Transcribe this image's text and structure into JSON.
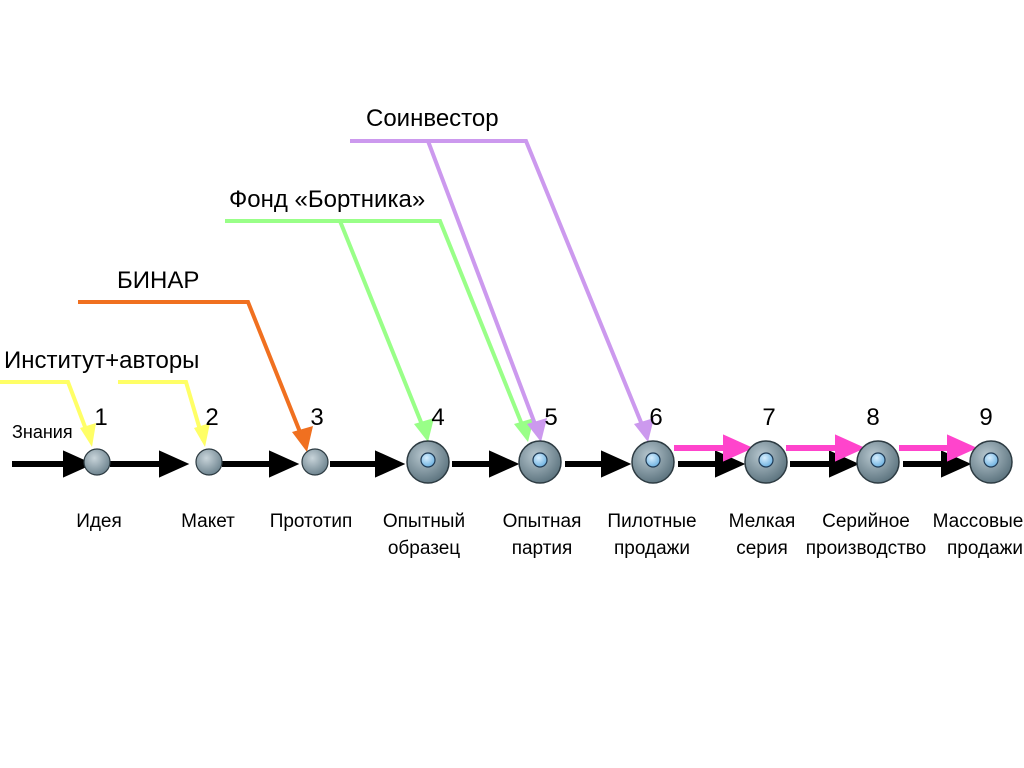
{
  "input_label": "Знания",
  "investors": [
    {
      "name": "Институт+авторы",
      "color": "#ffff66"
    },
    {
      "name": "БИНАР",
      "color": "#f07020"
    },
    {
      "name": "Фонд «Бортника»",
      "color": "#99ff88"
    },
    {
      "name": "Соинвестор",
      "color": "#cc99ee"
    }
  ],
  "stages": [
    {
      "number": "1",
      "line1": "Идея",
      "line2": ""
    },
    {
      "number": "2",
      "line1": "Макет",
      "line2": ""
    },
    {
      "number": "3",
      "line1": "Прототип",
      "line2": ""
    },
    {
      "number": "4",
      "line1": "Опытный",
      "line2": "образец"
    },
    {
      "number": "5",
      "line1": "Опытная",
      "line2": "партия"
    },
    {
      "number": "6",
      "line1": "Пилотные",
      "line2": "продажи"
    },
    {
      "number": "7",
      "line1": "Мелкая",
      "line2": "серия"
    },
    {
      "number": "8",
      "line1": "Серийное",
      "line2": "производство"
    },
    {
      "number": "9",
      "line1": "Массовые",
      "line2": "продажи"
    }
  ],
  "colors": {
    "timeline": "#000000",
    "self_funded": "#ff44cc",
    "node_fill": "#8fa3ad",
    "node_core": "#9fd0f0"
  }
}
